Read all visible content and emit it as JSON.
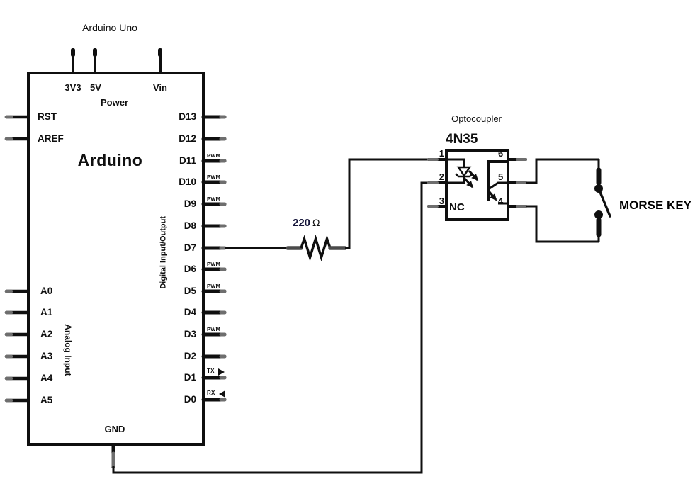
{
  "title": "Arduino Uno",
  "board": {
    "name": "Arduino",
    "power_section": "Power",
    "top_pins": [
      "3V3",
      "5V",
      "Vin"
    ],
    "left_pins": [
      "RST",
      "AREF"
    ],
    "analog_section": "Analog Input",
    "analog_pins": [
      "A0",
      "A1",
      "A2",
      "A3",
      "A4",
      "A5"
    ],
    "digital_section": "Digital Input/Output",
    "digital_pins": [
      "D13",
      "D12",
      "D11",
      "D10",
      "D9",
      "D8",
      "D7",
      "D6",
      "D5",
      "D4",
      "D3",
      "D2",
      "D1",
      "D0"
    ],
    "pwm_label": "PWM",
    "tx_label": "TX",
    "rx_label": "RX",
    "gnd_label": "GND"
  },
  "resistor": {
    "value": "220",
    "unit": "Ω"
  },
  "optocoupler": {
    "section_label": "Optocoupler",
    "part_number": "4N35",
    "nc_label": "NC",
    "pins_left": [
      "1",
      "2",
      "3"
    ],
    "pins_right": [
      "6",
      "5",
      "4"
    ]
  },
  "morse_key": {
    "label": "MORSE KEY"
  },
  "colors": {
    "wire": "#0f0f0f",
    "lead": "#4a4a4a",
    "pin_tip": "#6e6e6e",
    "resistor_value_text": "#15153a",
    "background": "#ffffff"
  }
}
